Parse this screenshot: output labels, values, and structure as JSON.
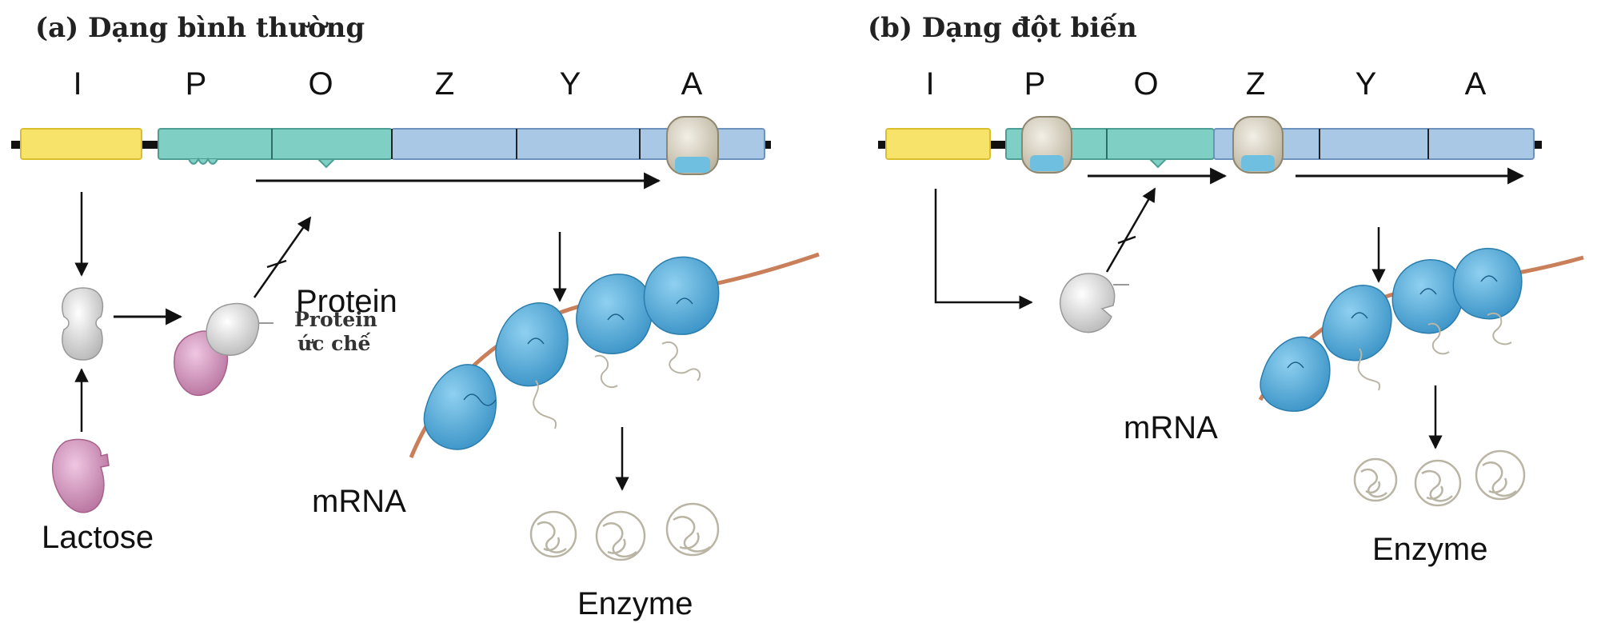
{
  "panel_a": {
    "title": "(a) Dạng bình thường",
    "genes": [
      "I",
      "P",
      "O",
      "Z",
      "Y",
      "A"
    ],
    "protein_label": "Protein",
    "repressor_label_line1": "Protein",
    "repressor_label_line2": "ức chế",
    "lactose_label": "Lactose",
    "mrna_label": "mRNA",
    "enzyme_label": "Enzyme"
  },
  "panel_b": {
    "title": "(b) Dạng đột biến",
    "genes": [
      "I",
      "P",
      "O",
      "Z",
      "Y",
      "A"
    ],
    "mrna_label": "mRNA",
    "enzyme_label": "Enzyme"
  },
  "colors": {
    "gene_i": "#f7e36a",
    "promoter_operator": "#7fcfc4",
    "structural": "#a9c8e6",
    "rna_polymerase": "#d8d2c2",
    "ribosome": "#5fb3de",
    "repressor": "#e4e4e4",
    "lactose": "#d9a0c6",
    "mrna": "#c87f5a"
  }
}
